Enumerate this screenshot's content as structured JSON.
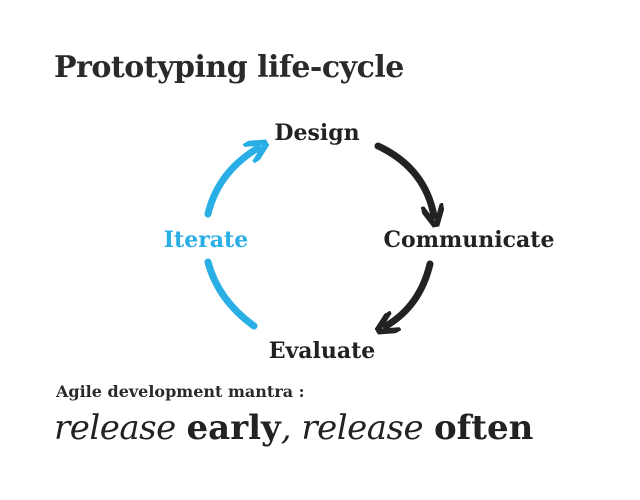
{
  "title": "Prototyping life-cycle",
  "colors": {
    "dark": "#222222",
    "accent": "#2aaee6"
  },
  "cycle": {
    "nodes": [
      {
        "label": "Design"
      },
      {
        "label": "Communicate"
      },
      {
        "label": "Evaluate"
      },
      {
        "label": "Iterate"
      }
    ]
  },
  "mantra": {
    "caption": "Agile development mantra :",
    "parts": [
      {
        "text": "release",
        "style": "italic"
      },
      {
        "text": "early",
        "style": "bold"
      },
      {
        "text": ", ",
        "style": "italic"
      },
      {
        "text": "release",
        "style": "italic"
      },
      {
        "text": "often",
        "style": "bold"
      }
    ]
  }
}
